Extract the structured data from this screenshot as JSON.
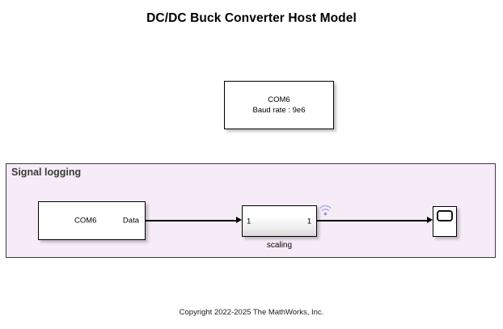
{
  "model": {
    "title": "DC/DC Buck Converter Host Model",
    "copyright": "Copyright 2022-2025 The MathWorks, Inc."
  },
  "serial_config_block": {
    "name": "serial-configuration",
    "port": "COM6",
    "baud_rate": "Baud rate : 9e6"
  },
  "signal_logging_area": {
    "label": "Signal logging",
    "background_color": "#f6ecf7",
    "border_color": "#3d3d3d"
  },
  "serial_receive_block": {
    "port": "COM6",
    "output_port_label": "Data"
  },
  "scaling_block": {
    "caption": "scaling",
    "inport_label": "1",
    "outport_label": "1",
    "badge_icon": "wireless-signal-icon",
    "badge_color": "#9aa8d4"
  },
  "scope_block": {
    "icon": "scope-icon"
  }
}
